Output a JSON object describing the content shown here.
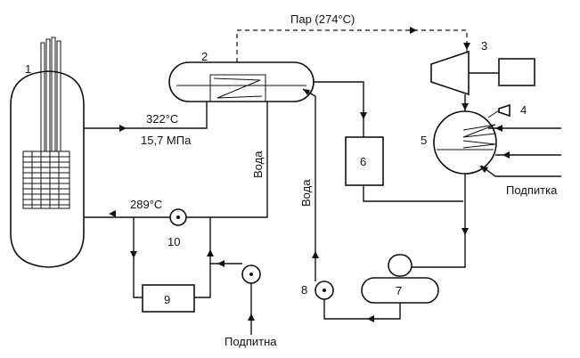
{
  "labels": {
    "steam": "Пар (274°С)",
    "hot_leg_temp": "322°С",
    "hot_leg_pressure": "15,7 МПа",
    "cold_leg_temp": "289°С",
    "water_primary": "Вода",
    "water_secondary": "Вода",
    "makeup_right": "Подпитка",
    "makeup_bottom": "Подпитна"
  },
  "component_numbers": [
    "1",
    "2",
    "3",
    "4",
    "5",
    "6",
    "7",
    "8",
    "9",
    "10"
  ]
}
